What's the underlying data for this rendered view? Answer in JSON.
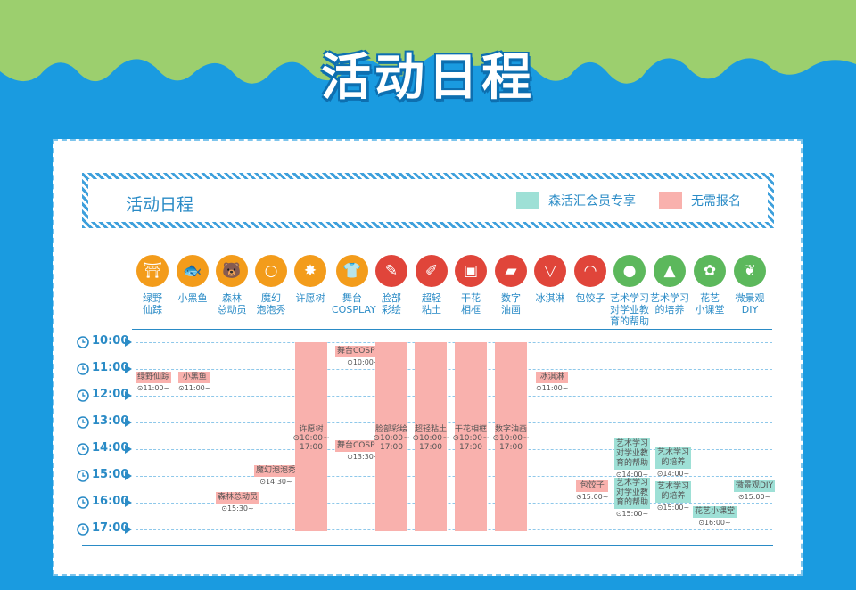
{
  "page_title": "活动日程",
  "header": {
    "title": "活动日程"
  },
  "legend": [
    {
      "label": "森活汇会员专享",
      "color": "#9ee0d6"
    },
    {
      "label": "无需报名",
      "color": "#f9b1ad"
    }
  ],
  "categories": [
    {
      "label": "绿野\n仙踪",
      "icon": "archway-icon",
      "color": "#f39c1b"
    },
    {
      "label": "小黑鱼",
      "icon": "fish-icon",
      "color": "#f39c1b"
    },
    {
      "label": "森林\n总动员",
      "icon": "bear-icon",
      "color": "#f39c1b"
    },
    {
      "label": "魔幻\n泡泡秀",
      "icon": "bubbles-icon",
      "color": "#f39c1b"
    },
    {
      "label": "许愿树",
      "icon": "sparkle-icon",
      "color": "#f39c1b"
    },
    {
      "label": "舞台\nCOSPLAY",
      "icon": "costume-icon",
      "color": "#f39c1b"
    },
    {
      "label": "脸部\n彩绘",
      "icon": "pencil-icon",
      "color": "#e0453a"
    },
    {
      "label": "超轻\n粘土",
      "icon": "brush-icon",
      "color": "#e0453a"
    },
    {
      "label": "干花\n相框",
      "icon": "frame-icon",
      "color": "#e0453a"
    },
    {
      "label": "数字\n油画",
      "icon": "paint-tube-icon",
      "color": "#e0453a"
    },
    {
      "label": "冰淇淋",
      "icon": "ice-cream-icon",
      "color": "#e0453a"
    },
    {
      "label": "包饺子",
      "icon": "dumpling-icon",
      "color": "#e0453a"
    },
    {
      "label": "艺术学习\n对学业教\n育的帮助",
      "icon": "microphone-icon",
      "color": "#5cb85c"
    },
    {
      "label": "艺术学习\n的培养",
      "icon": "graduation-cap-icon",
      "color": "#5cb85c"
    },
    {
      "label": "花艺\n小课堂",
      "icon": "flower-icon",
      "color": "#5cb85c"
    },
    {
      "label": "微景观\nDIY",
      "icon": "plant-icon",
      "color": "#5cb85c"
    }
  ],
  "times": [
    "10:00",
    "11:00",
    "12:00",
    "13:00",
    "14:00",
    "15:00",
    "16:00",
    "17:00"
  ],
  "events": [
    {
      "name": "绿野仙踪",
      "time": "11:00~"
    },
    {
      "name": "小黑鱼",
      "time": "11:00~"
    },
    {
      "name": "森林总动员",
      "time": "15:30~"
    },
    {
      "name": "魔幻泡泡秀",
      "time": "14:30~"
    },
    {
      "name": "许愿树",
      "time": "10:00~",
      "end": "17:00"
    },
    {
      "name": "舞台COSPLAY",
      "time": "10:00~"
    },
    {
      "name": "舞台COSPLAY",
      "time": "13:30~"
    },
    {
      "name": "脸部彩绘",
      "time": "10:00~",
      "end": "17:00"
    },
    {
      "name": "超轻粘土",
      "time": "10:00~",
      "end": "17:00"
    },
    {
      "name": "干花相框",
      "time": "10:00~",
      "end": "17:00"
    },
    {
      "name": "数字油画",
      "time": "10:00~",
      "end": "17:00"
    },
    {
      "name": "冰淇淋",
      "time": "11:00~"
    },
    {
      "name": "包饺子",
      "time": "15:00~"
    },
    {
      "name": "艺术学习\n对学业教\n育的帮助",
      "time": "14:00~"
    },
    {
      "name": "艺术学习\n对学业教\n育的帮助",
      "time": "15:00~"
    },
    {
      "name": "艺术学习\n的培养",
      "time": "14:00~"
    },
    {
      "name": "艺术学习\n的培养",
      "time": "15:00~"
    },
    {
      "name": "花艺小课堂",
      "time": "16:00~"
    },
    {
      "name": "微景观DIY",
      "time": "15:00~"
    }
  ]
}
